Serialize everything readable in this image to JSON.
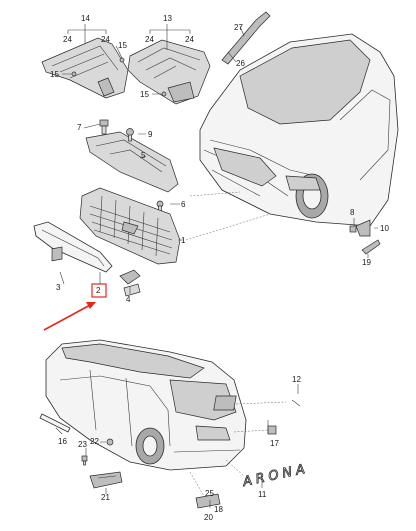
{
  "labels": {
    "l14": "14",
    "l24a": "24",
    "l24b": "24",
    "l13": "13",
    "l24c": "24",
    "l24d": "24",
    "l15a": "15",
    "l15b": "15",
    "l15c": "15",
    "l27": "27",
    "l26": "26",
    "l7": "7",
    "l9": "9",
    "l5": "5",
    "l6": "6",
    "l1": "1",
    "l3": "3",
    "l2": "2",
    "l4": "4",
    "l8": "8",
    "l10": "10",
    "l19": "19",
    "l12": "12",
    "l16": "16",
    "l22": "22",
    "l23": "23",
    "l21": "21",
    "l20": "20",
    "l18": "18",
    "l17": "17",
    "l25": "25",
    "l11": "11"
  },
  "lettering": {
    "model_name": "ARONA"
  },
  "colors": {
    "arrow": "#e8261c",
    "highlight_box": "#e8261c",
    "ink": "#2a2a2a"
  }
}
